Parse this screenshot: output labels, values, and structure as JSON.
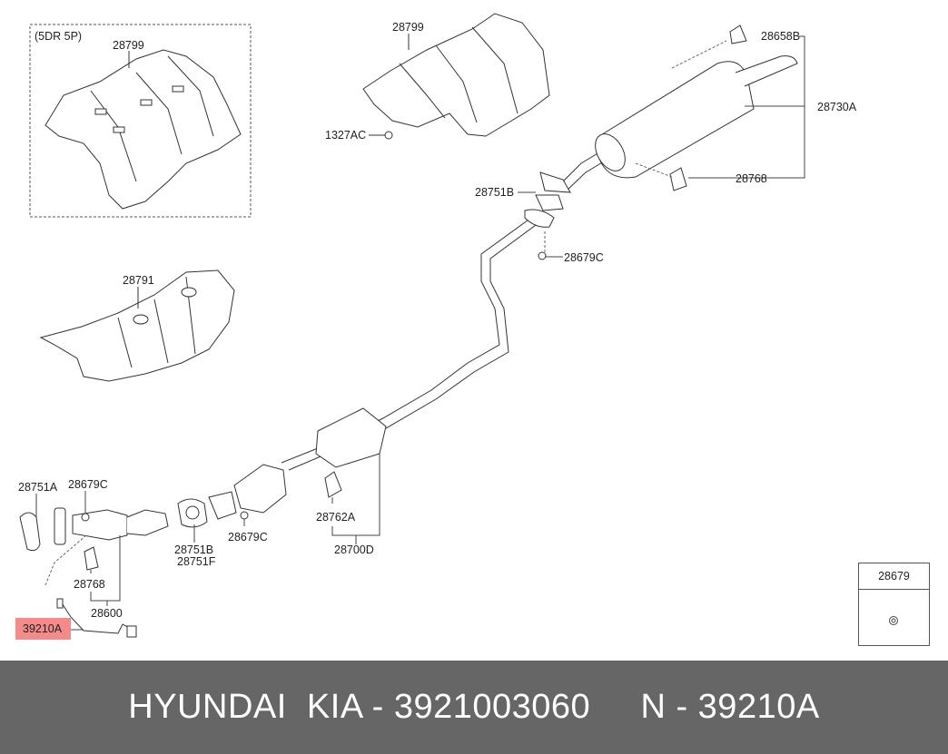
{
  "diagram": {
    "variant_note": "(5DR 5P)",
    "labels": {
      "shield_inset": "28799",
      "shield_top": "28799",
      "bolt_1327AC": "1327AC",
      "hanger_28658B": "28658B",
      "muffler": "28730A",
      "hanger_rear": "28768",
      "gasket_rear": "28751B",
      "nut_rear": "28679C",
      "shield_front": "28791",
      "gasket_front": "28751A",
      "nut_front": "28679C",
      "hanger_28762A": "28762A",
      "center_pipe": "28700D",
      "gasket_mid_b": "28751B",
      "gasket_mid_f": "28751F",
      "nut_mid": "28679C",
      "hanger_front": "28768",
      "front_pipe": "28600",
      "oxygen_sensor": "39210A"
    },
    "inset": {
      "part": "28679"
    },
    "highlight_color": "#f58a8a"
  },
  "banner": {
    "text": "HYUNDAI  KIA - 3921003060     N - 39210A",
    "background": "#666666"
  }
}
